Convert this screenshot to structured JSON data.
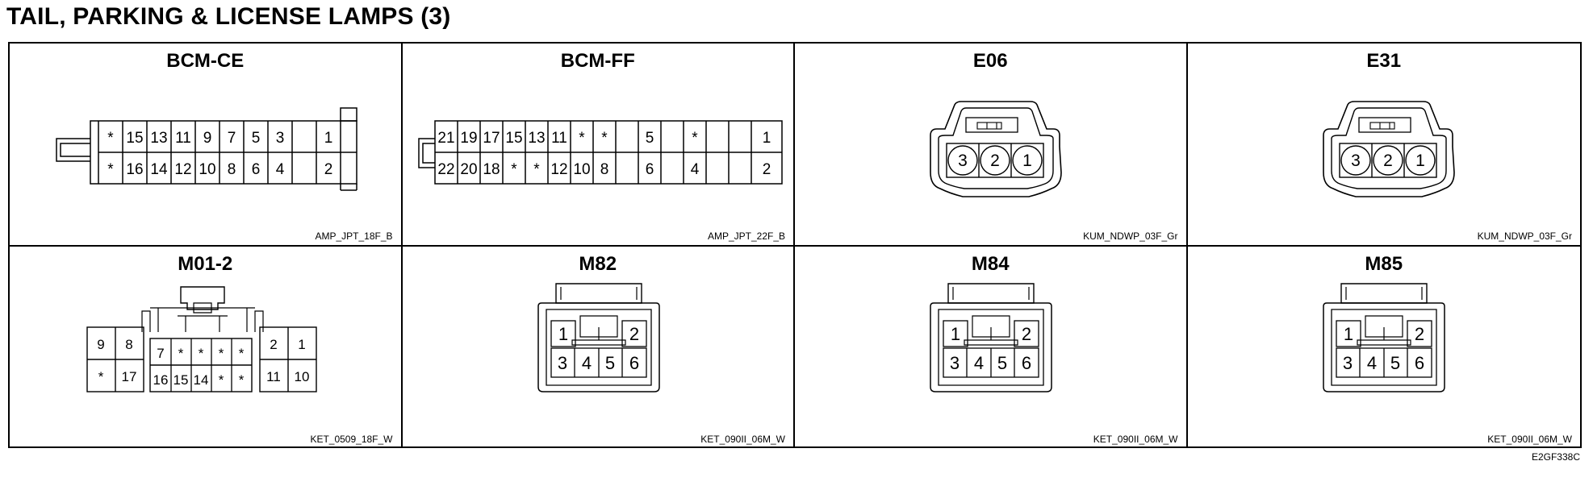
{
  "title": "TAIL, PARKING & LICENSE LAMPS (3)",
  "reference_code": "E2GF338C",
  "connectors": [
    {
      "name": "BCM-CE",
      "part": "AMP_JPT_18F_B",
      "pins": {
        "top": [
          "*",
          "15",
          "13",
          "11",
          "9",
          "7",
          "5",
          "3",
          "1"
        ],
        "bottom": [
          "*",
          "16",
          "14",
          "12",
          "10",
          "8",
          "6",
          "4",
          "2"
        ]
      }
    },
    {
      "name": "BCM-FF",
      "part": "AMP_JPT_22F_B",
      "pins": {
        "top": [
          "21",
          "19",
          "17",
          "15",
          "13",
          "11",
          "*",
          "*",
          "5",
          "*",
          "1"
        ],
        "bottom": [
          "22",
          "20",
          "18",
          "*",
          "*",
          "12",
          "10",
          "8",
          "6",
          "4",
          "2"
        ]
      }
    },
    {
      "name": "E06",
      "part": "KUM_NDWP_03F_Gr",
      "pins": [
        "3",
        "2",
        "1"
      ]
    },
    {
      "name": "E31",
      "part": "KUM_NDWP_03F_Gr",
      "pins": [
        "3",
        "2",
        "1"
      ]
    },
    {
      "name": "M01-2",
      "part": "KET_0509_18F_W",
      "pins": {
        "left_top": [
          "9",
          "8"
        ],
        "left_bottom": [
          "*",
          "17"
        ],
        "mid_top": [
          "7",
          "*",
          "*",
          "*",
          "*"
        ],
        "mid_bottom": [
          "16",
          "15",
          "14",
          "*",
          "*"
        ],
        "right_top": [
          "2",
          "1"
        ],
        "right_bottom": [
          "11",
          "10"
        ]
      }
    },
    {
      "name": "M82",
      "part": "KET_090II_06M_W",
      "pins": [
        "1",
        "2",
        "3",
        "4",
        "5",
        "6"
      ]
    },
    {
      "name": "M84",
      "part": "KET_090II_06M_W",
      "pins": [
        "1",
        "2",
        "3",
        "4",
        "5",
        "6"
      ]
    },
    {
      "name": "M85",
      "part": "KET_090II_06M_W",
      "pins": [
        "1",
        "2",
        "3",
        "4",
        "5",
        "6"
      ]
    }
  ]
}
